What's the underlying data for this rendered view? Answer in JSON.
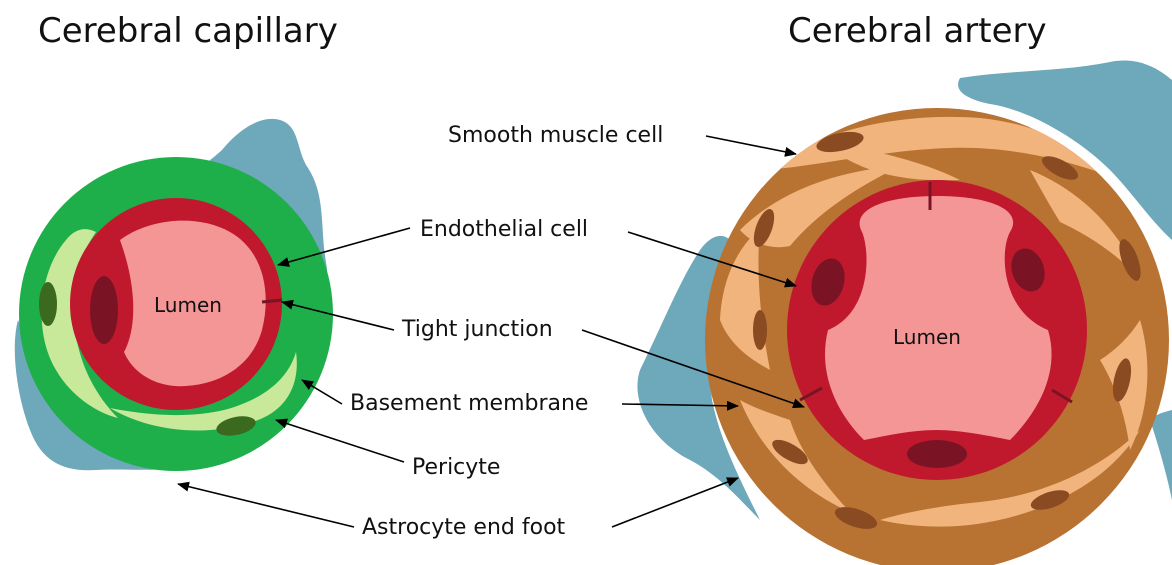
{
  "titles": {
    "capillary": "Cerebral capillary",
    "artery": "Cerebral artery"
  },
  "labels": {
    "smooth_muscle_cell": "Smooth muscle cell",
    "endothelial_cell": "Endothelial cell",
    "tight_junction": "Tight junction",
    "basement_membrane": "Basement membrane",
    "pericyte": "Pericyte",
    "astrocyte_end_foot": "Astrocyte end foot",
    "lumen_capillary": "Lumen",
    "lumen_artery": "Lumen"
  },
  "colors": {
    "astrocyte": "#6ea8bb",
    "basement_membrane": "#1faf4a",
    "pericyte": "#c8e89a",
    "pericyte_nucleus": "#3b6a1f",
    "endothelium": "#c0192e",
    "endothelial_nucleus": "#7a1424",
    "lumen": "#f59696",
    "artery_wall": "#b87333",
    "smooth_muscle": "#f0b47c",
    "smooth_muscle_nucleus": "#8a4a22"
  }
}
